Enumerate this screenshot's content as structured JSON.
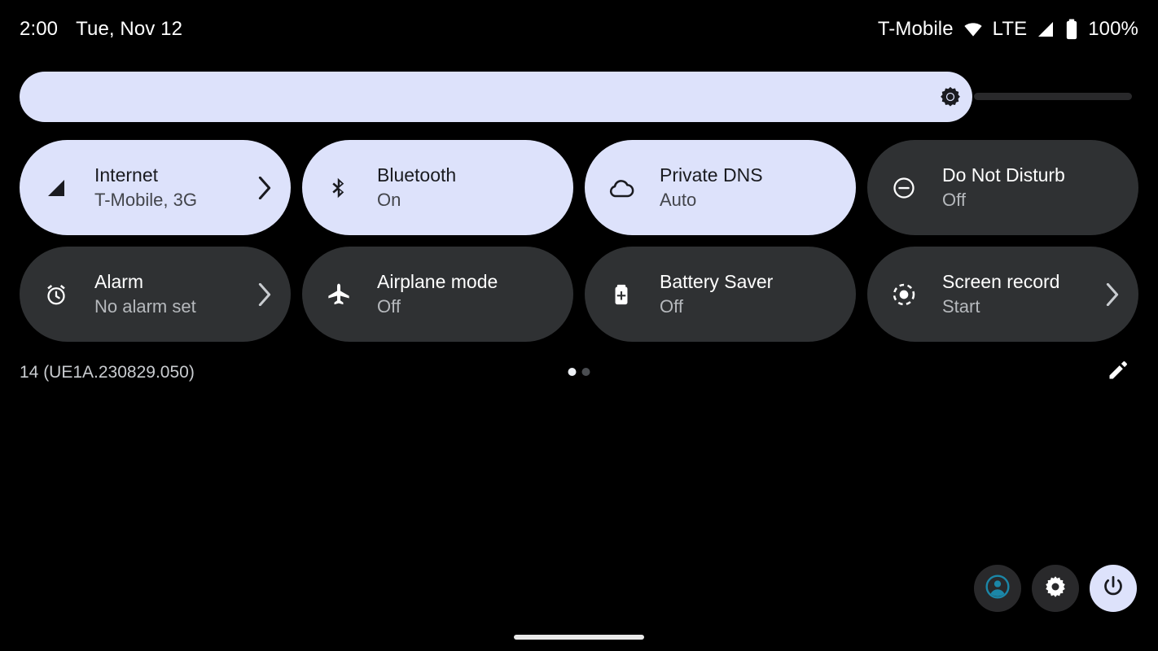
{
  "status_bar": {
    "time": "2:00",
    "date": "Tue, Nov 12",
    "carrier": "T-Mobile",
    "network_type": "LTE",
    "battery_percent": "100%",
    "icons": [
      "wifi-icon",
      "signal-icon",
      "battery-icon"
    ]
  },
  "brightness": {
    "icon": "brightness-icon",
    "fill_percent": 85,
    "fill_color": "#dde2fb",
    "track_color": "#29292b"
  },
  "tiles": [
    {
      "icon": "signal-cellular-icon",
      "title": "Internet",
      "subtitle": "T-Mobile, 3G",
      "state": "active",
      "chevron": true
    },
    {
      "icon": "bluetooth-icon",
      "title": "Bluetooth",
      "subtitle": "On",
      "state": "active",
      "chevron": false
    },
    {
      "icon": "cloud-icon",
      "title": "Private DNS",
      "subtitle": "Auto",
      "state": "active",
      "chevron": false
    },
    {
      "icon": "do-not-disturb-icon",
      "title": "Do Not Disturb",
      "subtitle": "Off",
      "state": "inactive",
      "chevron": false
    },
    {
      "icon": "alarm-clock-icon",
      "title": "Alarm",
      "subtitle": "No alarm set",
      "state": "inactive",
      "chevron": true
    },
    {
      "icon": "airplane-icon",
      "title": "Airplane mode",
      "subtitle": "Off",
      "state": "inactive",
      "chevron": false
    },
    {
      "icon": "battery-saver-icon",
      "title": "Battery Saver",
      "subtitle": "Off",
      "state": "inactive",
      "chevron": false
    },
    {
      "icon": "screen-record-icon",
      "title": "Screen record",
      "subtitle": "Start",
      "state": "inactive",
      "chevron": true
    }
  ],
  "footer": {
    "build_label": "14 (UE1A.230829.050)",
    "page_count": 2,
    "active_page": 1,
    "edit_icon": "pencil-icon"
  },
  "actions": [
    {
      "icon": "user-avatar-icon",
      "style": "dark",
      "accent": "#1b87a8"
    },
    {
      "icon": "gear-icon",
      "style": "dark",
      "accent": "#ffffff"
    },
    {
      "icon": "power-icon",
      "style": "light",
      "accent": "#1a1b20"
    }
  ],
  "nav": {
    "handle": "gesture-handle"
  },
  "colors": {
    "background": "#000000",
    "tile_active": "#dde2fb",
    "tile_inactive": "#2f3133",
    "text_on_active": "#1a1b20",
    "text_on_inactive": "#ffffff"
  }
}
